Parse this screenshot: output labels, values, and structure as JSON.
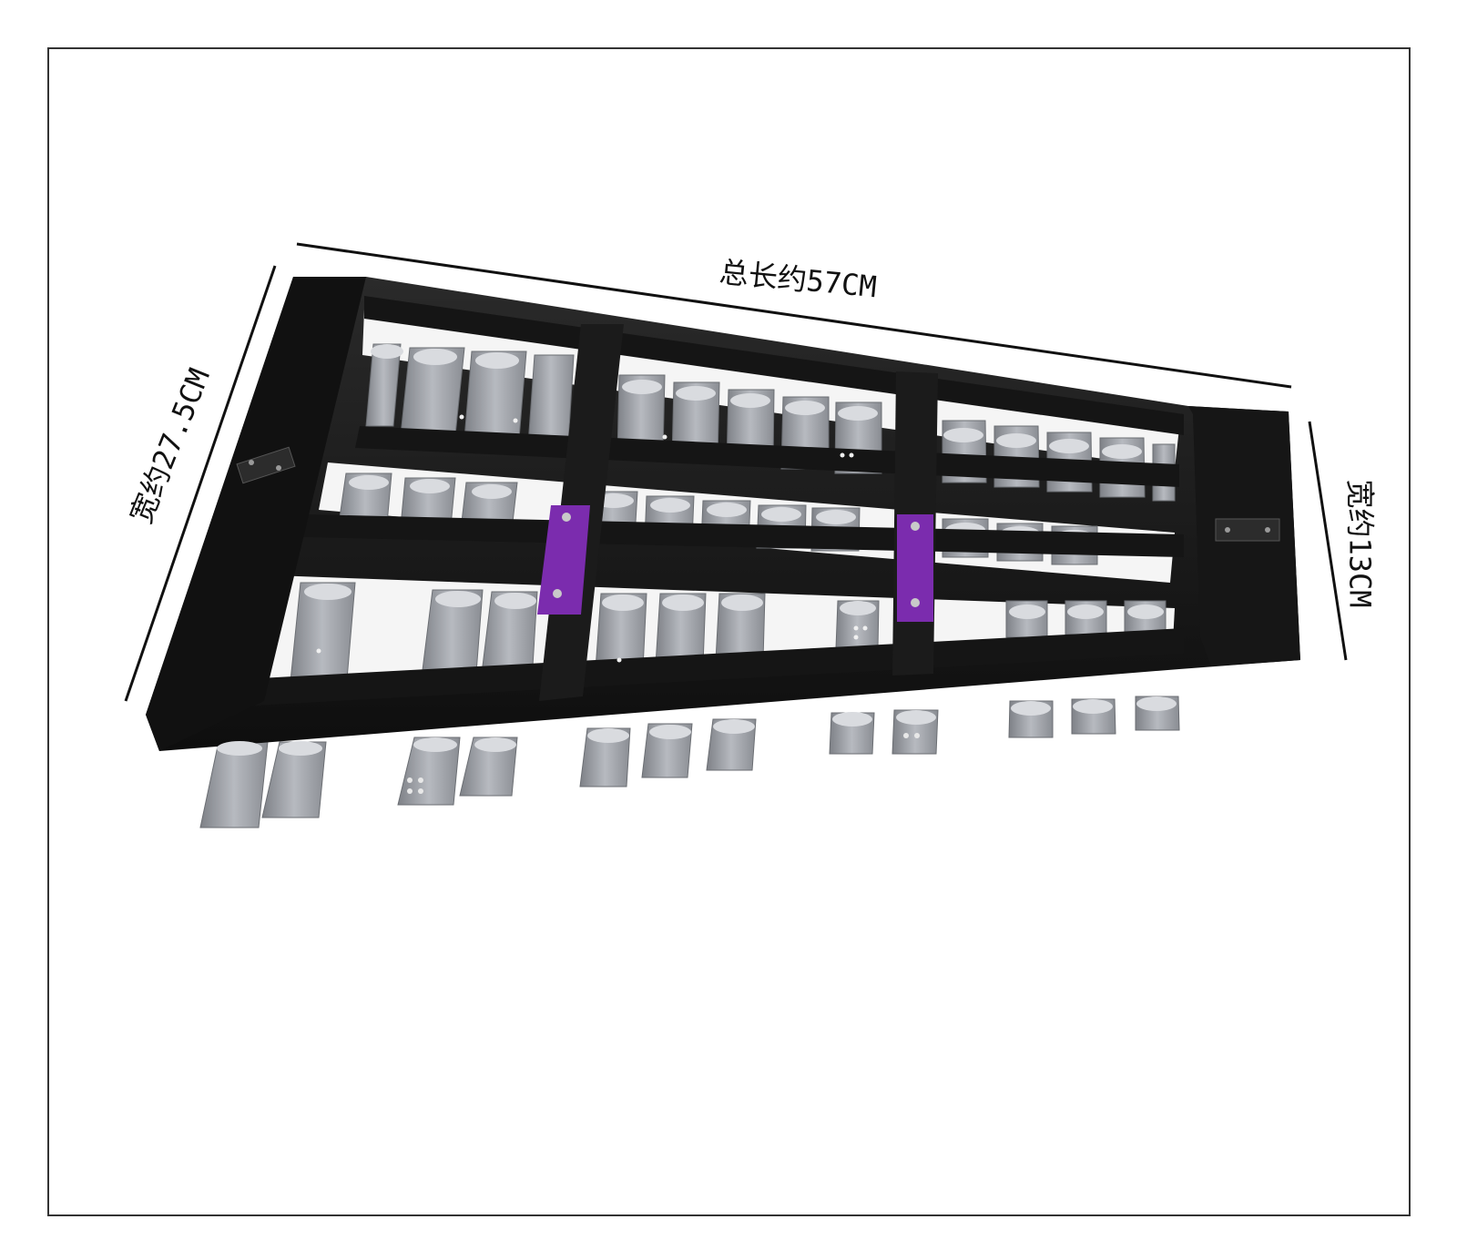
{
  "image": {
    "subject": "glockenspiel-style metal bar percussion instrument in black frame",
    "colors": {
      "background": "#ffffff",
      "border": "#333333",
      "frame": "#141414",
      "bar": "#9a9da3",
      "bar_light": "#c3c6cb",
      "accent": "#7b2cae",
      "dimension_line": "#111111"
    }
  },
  "dimensions": {
    "length_label": "总长约57CM",
    "width_large_label": "宽约27.5CM",
    "width_small_label": "宽约13CM"
  }
}
